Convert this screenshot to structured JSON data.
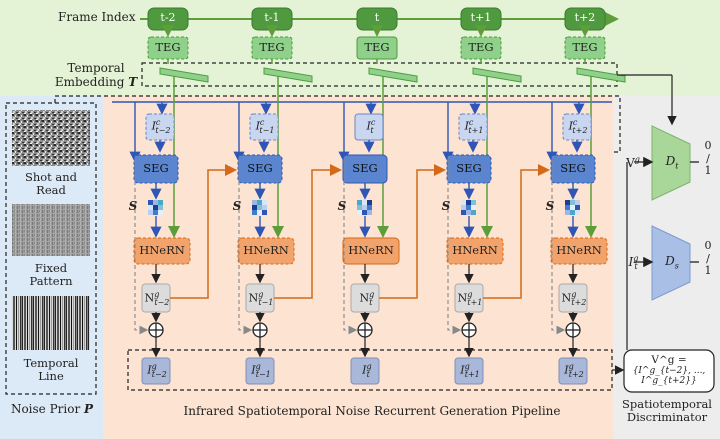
{
  "header": {
    "frame_index_label": "Frame Index",
    "temporal_embedding_label": "Temporal Embedding",
    "temporal_embedding_symbol": "T"
  },
  "frames": [
    {
      "index": "t-2",
      "sub": "t−2"
    },
    {
      "index": "t-1",
      "sub": "t−1"
    },
    {
      "index": "t",
      "sub": "t"
    },
    {
      "index": "t+1",
      "sub": "t+1"
    },
    {
      "index": "t+2",
      "sub": "t+2"
    }
  ],
  "blocks": {
    "teg": "TEG",
    "seg": "SEG",
    "hnern": "HNeRN",
    "s_symbol": "S",
    "clean_frame_base": "I",
    "clean_frame_sup": "c",
    "noise_base": "N",
    "noise_sup": "g",
    "gen_frame_base": "I",
    "gen_frame_sup": "g"
  },
  "noise_prior": {
    "title": "Noise Prior",
    "symbol": "P",
    "items": [
      "Shot and Read",
      "Fixed Pattern",
      "Temporal Line"
    ]
  },
  "pipeline": {
    "title": "Infrared Spatiotemporal Noise Recurrent Generation Pipeline"
  },
  "discriminator": {
    "title": "Spatiotemporal Discriminator",
    "dt_label": "D",
    "dt_sub": "t",
    "ds_label": "D",
    "ds_sub": "s",
    "vg_label": "V",
    "vg_sup": "g",
    "it_label": "I",
    "it_sup": "g",
    "it_sub": "t",
    "output_top": [
      "0",
      "/",
      "1"
    ],
    "output_bottom": [
      "0",
      "/",
      "1"
    ],
    "vg_definition_lhs": "V^g =",
    "vg_definition_rhs": "{I^g_{t−2}, ..., I^g_{t+2}}"
  },
  "colors": {
    "green_band": "#e4f3d6",
    "orange_band": "#fde3d1",
    "blue_panel": "#dce9f6",
    "gray_panel": "#ededed",
    "teg_fill": "#8fd18a",
    "seg_fill": "#5b86cf",
    "hnern_fill": "#f2a36b",
    "node_fill": "#dcdcdc",
    "gen_fill": "#a9b7d8",
    "blue_line": "#2f55b5",
    "green_line": "#5d9e3a",
    "orange_line": "#d46a19"
  }
}
